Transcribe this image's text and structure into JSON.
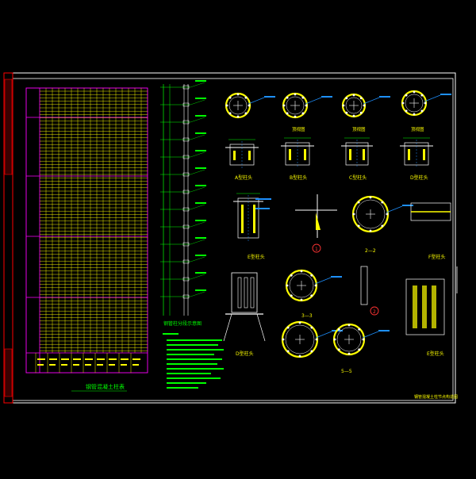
{
  "colors": {
    "background": "#000000",
    "frame": "#ffffff",
    "table_lines": "#ffff00",
    "table_border": "#ff00ff",
    "titleblock": "#ff0000",
    "circle_rings": "#ffff00",
    "dimensions": "#00ff00",
    "callouts": "#1e90ff",
    "section_markers": "#ff3333"
  },
  "tables": {
    "steel_table_title": "钢管混凝土柱表"
  },
  "elevation": {
    "title": "钢管柱分段示意图"
  },
  "details": {
    "top_row": [
      "A型柱头",
      "B型柱头",
      "C型柱头",
      "D型柱头"
    ],
    "plan_labels": [
      "顶视图",
      "顶视图",
      "顶视图"
    ],
    "middle_row": [
      "E型柱头",
      "F型柱头"
    ],
    "section_labels": [
      "2—2",
      "3—3",
      "5—5"
    ],
    "markers": [
      "1",
      "2"
    ],
    "bottom_row": [
      "D型柱头",
      "E型柱头"
    ],
    "drawing_title": "钢管混凝土柱节点构造图"
  },
  "icons": [
    "section-marker-icon",
    "crosshair-icon"
  ]
}
